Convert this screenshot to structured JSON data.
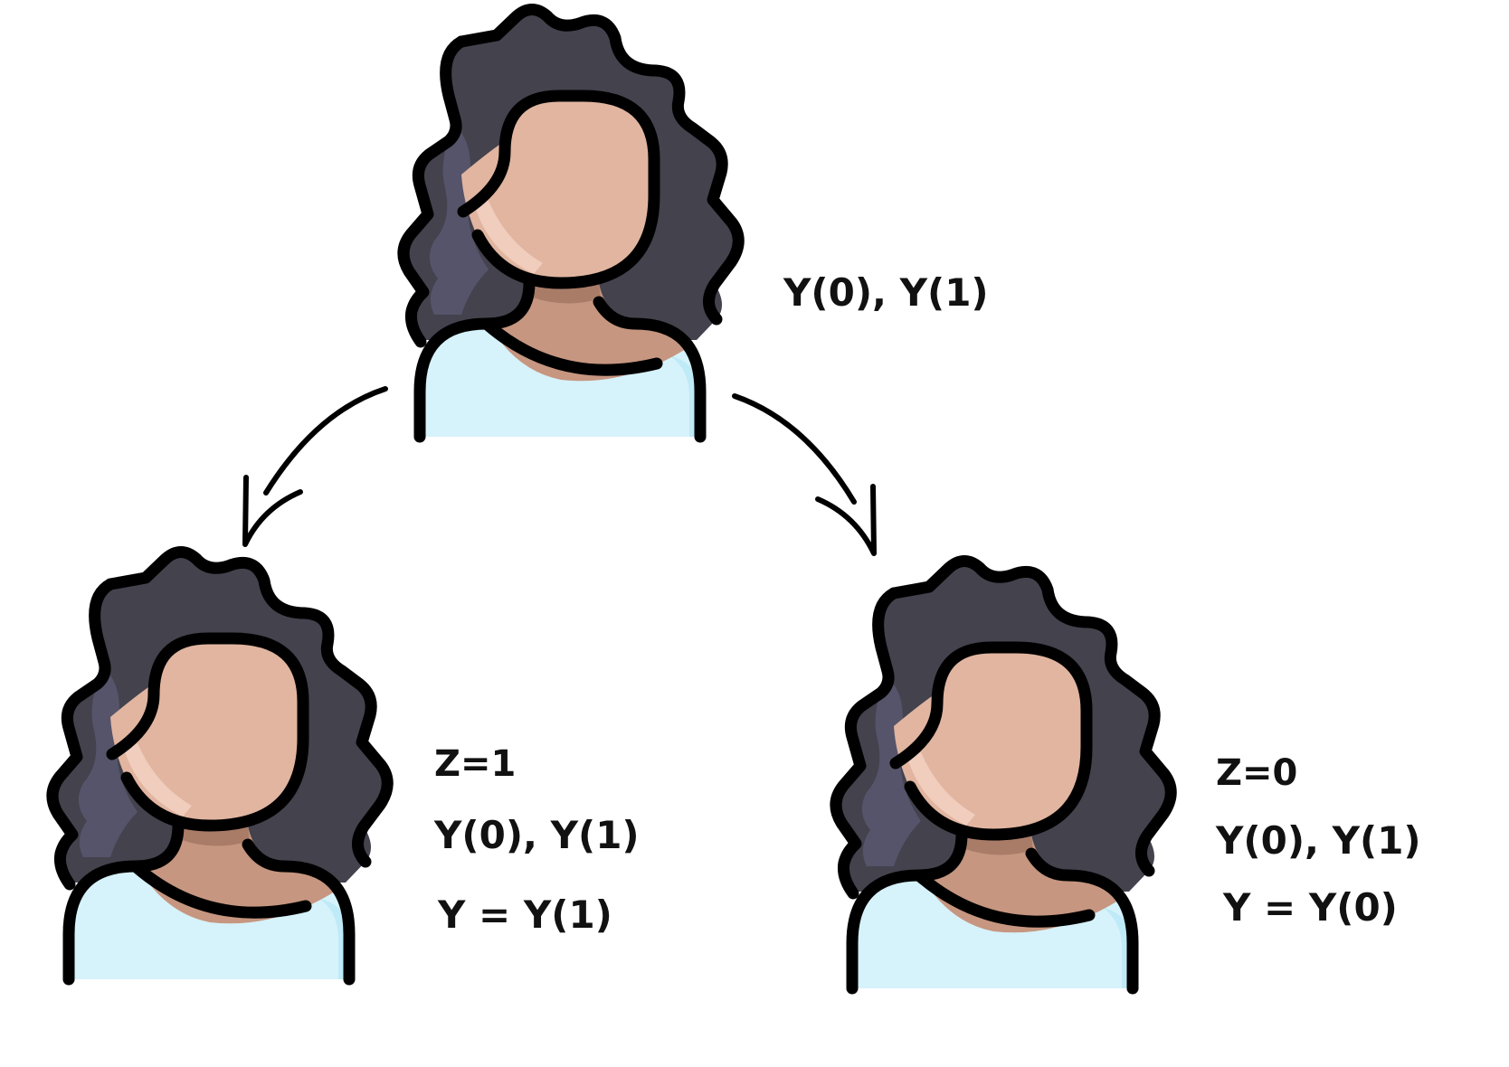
{
  "colors": {
    "hair": "#43424d",
    "hair_highlight": "#55546a",
    "skin_face": "#e1b5a0",
    "skin_highlight": "#f0cdbd",
    "neck_shadow": "#a97c68",
    "neck": "#c69680",
    "shirt": "#d6f2fa",
    "shirt_shade": "#bfeaf7",
    "outline": "#000000",
    "text": "#111111",
    "background": "#ffffff"
  },
  "nodes": {
    "top": {
      "icon": "woman-avatar-icon",
      "potential_outcomes": "Y(0), Y(1)"
    },
    "treated": {
      "icon": "woman-avatar-icon",
      "assignment": "Z=1",
      "potential_outcomes": "Y(0), Y(1)",
      "observed": "Y = Y(1)"
    },
    "control": {
      "icon": "woman-avatar-icon",
      "assignment": "Z=0",
      "potential_outcomes": "Y(0), Y(1)",
      "observed": "Y = Y(0)"
    }
  },
  "edges": [
    {
      "from": "top",
      "to": "treated",
      "icon": "curved-arrow-left-icon"
    },
    {
      "from": "top",
      "to": "control",
      "icon": "curved-arrow-right-icon"
    }
  ]
}
